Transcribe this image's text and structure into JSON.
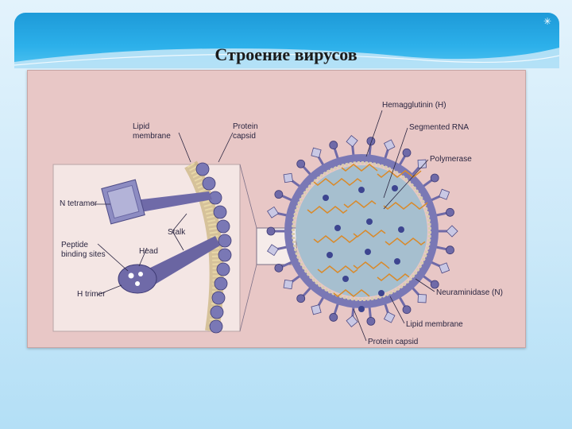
{
  "slide": {
    "title": "Строение вирусов",
    "sparkle_icon": "✳"
  },
  "figure": {
    "inset_labels": {
      "lipid_membrane": [
        "Lipid",
        "membrane"
      ],
      "protein_capsid": [
        "Protein",
        "capsid"
      ],
      "n_tetramer": "N tetramer",
      "stalk": "Stalk",
      "peptide_binding_sites": [
        "Peptide",
        "binding sites"
      ],
      "head": "Head",
      "h_trimer": "H trimer"
    },
    "virion_labels": {
      "hemagglutinin": "Hemagglutinin (H)",
      "segmented_rna": "Segmented RNA",
      "polymerase": "Polymerase",
      "neuraminidase": "Neuraminidase (N)",
      "lipid_membrane": "Lipid membrane",
      "protein_capsid": "Protein capsid"
    }
  },
  "colors": {
    "figure_bg": "#e8c7c6",
    "spike": "#6f6aa8",
    "capsid": "#7a78b5",
    "virion_interior": "#a6bfcf",
    "rna": "#d98a2b",
    "polymerase": "#3d4590"
  }
}
